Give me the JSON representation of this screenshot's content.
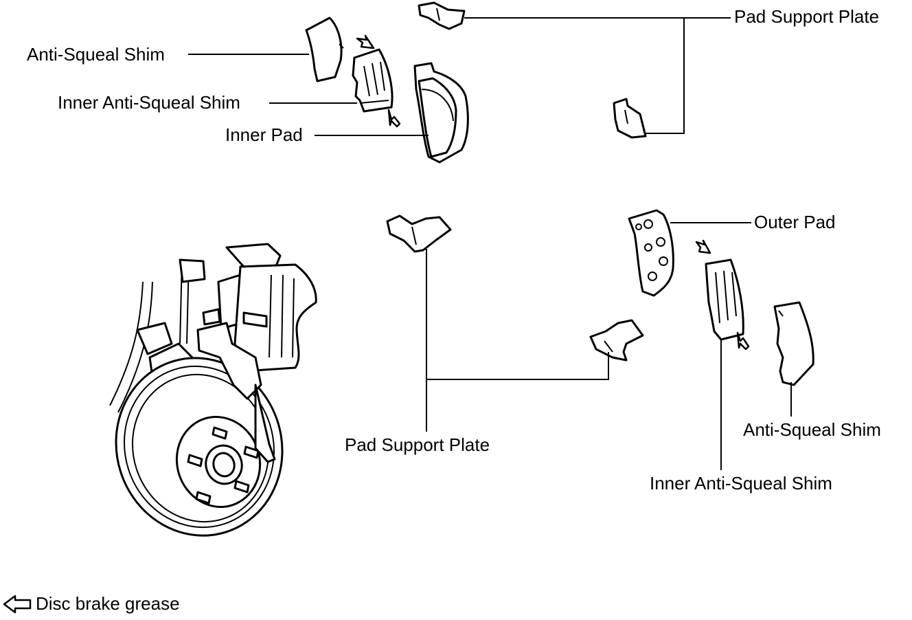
{
  "labels": {
    "pad_support_plate_top": "Pad Support Plate",
    "anti_squeal_shim_left": "Anti-Squeal Shim",
    "inner_anti_squeal_shim_left": "Inner Anti-Squeal Shim",
    "inner_pad": "Inner Pad",
    "outer_pad": "Outer Pad",
    "pad_support_plate_bottom": "Pad Support Plate",
    "anti_squeal_shim_right": "Anti-Squeal Shim",
    "inner_anti_squeal_shim_right": "Inner Anti-Squeal Shim"
  },
  "legend": {
    "icon": "outline-arrow-left-icon",
    "text": "Disc brake grease"
  }
}
